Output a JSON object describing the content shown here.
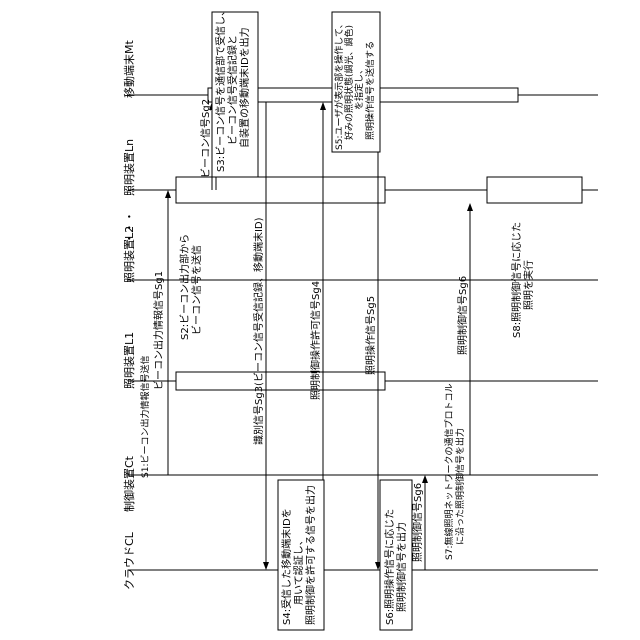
{
  "lanes": [
    {
      "id": "cloud",
      "label": "クラウドCL"
    },
    {
      "id": "ctrl",
      "label": "制御装置Ct"
    },
    {
      "id": "l1",
      "label": "照明装置L1"
    },
    {
      "id": "l2",
      "label": "照明装置L2"
    },
    {
      "id": "ellipsis",
      "label": "・・・"
    },
    {
      "id": "ln",
      "label": "照明装置Ln"
    },
    {
      "id": "mobile",
      "label": "移動端末Mt"
    }
  ],
  "messages": [
    {
      "label": "S1:ビーコン出力情報信号送信"
    },
    {
      "label": "ビーコン出力情報信号Sg1"
    },
    {
      "label": "ビーコン信号Sg2"
    },
    {
      "label": "識別信号Sg3(ビーコン信号受信記録、移動端末ID)"
    },
    {
      "label": "照明制御操作許可信号Sg4"
    },
    {
      "label": "照明操作信号Sg5"
    },
    {
      "label": "照明制御信号Sg6"
    },
    {
      "label": "照明制御信号Sg6"
    }
  ],
  "steps": [
    {
      "lines": [
        "S2:ビーコン出力部から",
        "ビーコン信号を送信"
      ]
    },
    {
      "lines": [
        "S3:ビーコン信号を通信部で受信し、",
        "ビーコン信号受信記録と",
        "自装置の移動端末IDを出力"
      ]
    },
    {
      "lines": [
        "S4:受信した移動端末IDを",
        "用いて認証し、",
        "照明制御を許可する信号を出力"
      ]
    },
    {
      "lines": [
        "S5:ユーザが表示部を操作して、",
        "好みの照明状態(調光、調色)",
        "を指定し、",
        "照明操作信号を送信する"
      ]
    },
    {
      "lines": [
        "S6:照明操作信号に応じた",
        "照明制御信号を出力"
      ]
    },
    {
      "lines": [
        "S7:無線照明ネットワークの通信プロトコル",
        "に沿った照明制御信号を出力"
      ]
    },
    {
      "lines": [
        "S8:照明制御信号に応じた",
        "照明を実行"
      ]
    }
  ]
}
